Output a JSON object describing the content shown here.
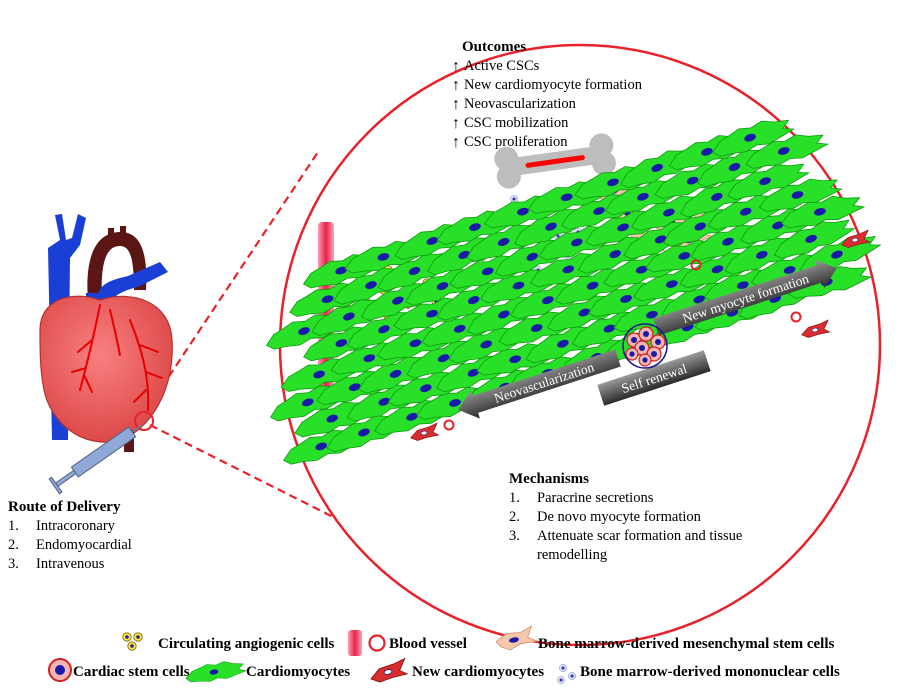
{
  "outcomes": {
    "title": "Outcomes",
    "items": [
      "Active CSCs",
      "New cardiomyocyte formation",
      "Neovascularization",
      "CSC mobilization",
      "CSC proliferation"
    ]
  },
  "route": {
    "title": "Route of Delivery",
    "items": [
      {
        "num": "1.",
        "text": "Intracoronary"
      },
      {
        "num": "2.",
        "text": "Endomyocardial"
      },
      {
        "num": "3.",
        "text": "Intravenous"
      }
    ]
  },
  "mechanisms": {
    "title": "Mechanisms",
    "items": [
      {
        "num": "1.",
        "text": "Paracrine secretions"
      },
      {
        "num": "2.",
        "text": "De novo myocyte formation"
      },
      {
        "num": "3.",
        "text": "Attenuate scar formation and tissue remodelling"
      }
    ]
  },
  "arrows": {
    "new_myocyte": "New myocyte formation",
    "neovascularization": "Neovascularization",
    "self_renewal": "Self renewal"
  },
  "legend": {
    "circulating": "Circulating angiogenic cells",
    "blood_vessel": "Blood vessel",
    "bm_mesenchymal": "Bone marrow-derived mesenchymal stem cells",
    "cardiac_stem": "Cardiac stem cells",
    "cardiomyocytes": "Cardiomyocytes",
    "new_cardiomyocytes": "New cardiomyocytes",
    "bm_mononuclear": "Bone marrow-derived mononuclear cells"
  },
  "colors": {
    "circle": "#e8222b",
    "green": "#22dd22",
    "blue_cell": "#1a1aa8",
    "heart": "#e85050",
    "vessel_blue": "#1a3fd6",
    "bone": "#bdbdbd"
  }
}
